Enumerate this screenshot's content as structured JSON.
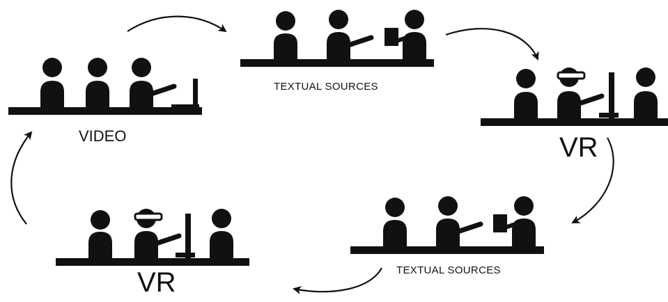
{
  "colors": {
    "ink": "#111111",
    "background": "#ffffff"
  },
  "stations": [
    {
      "id": "video",
      "label": "VIDEO",
      "activity": "video"
    },
    {
      "id": "textual-sources-top",
      "label": "TEXTUAL SOURCES",
      "activity": "textual-sources"
    },
    {
      "id": "vr-right",
      "label": "VR",
      "activity": "vr"
    },
    {
      "id": "textual-sources-bottom",
      "label": "TEXTUAL SOURCES",
      "activity": "textual-sources"
    },
    {
      "id": "vr-left",
      "label": "VR",
      "activity": "vr"
    }
  ],
  "flow": [
    "video",
    "textual-sources-top",
    "vr-right",
    "textual-sources-bottom",
    "vr-left",
    "video"
  ]
}
